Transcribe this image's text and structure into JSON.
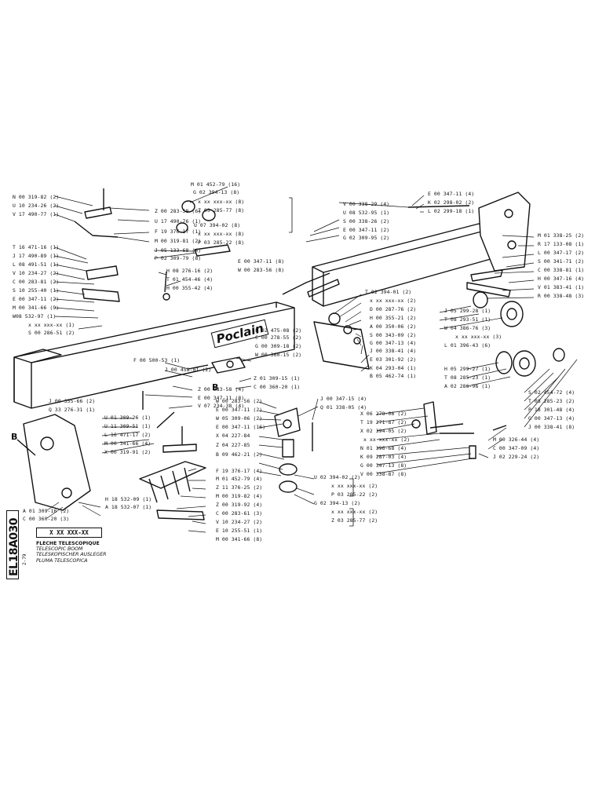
{
  "brand": "Poclain",
  "reference_code": "EL18A030",
  "date": "2-79",
  "part_code": "X XX XXX-XX",
  "title_lines": [
    "FLECHE TELESCOPIQUE",
    "TELESCOPIC BOOM",
    "TELESKOPISCHER AUSLEGER",
    "PLUMA TELESCOPICA"
  ],
  "callout_letters": [
    "B",
    "B"
  ],
  "labels": [
    "N 00 319-82 (2)",
    "U 10 234-26 (2)",
    "V 17 490-77 (1)",
    "T 16 471-16 (1)",
    "J 17 490-89 (1)",
    "L 08 491-51 (1)",
    "V 10 234-27 (2)",
    "C 00 283-81 (2)",
    "S 10 255-40 (1)",
    "E 00 347-11 (2)",
    "M 00 341-66 (9)",
    "W08 532-97 (1)",
    "x xx xxx-xx (1)",
    "S 00 286-51 (2)",
    "M 01 452-79 (16)",
    "G 02 394-13 (8)",
    "x xx xxx-xx (8)",
    "Z 03 285-77 (8)",
    "Z 00 283-58 (6)",
    "U 17 490-76 (1)",
    "F 19 376-17 (1)",
    "M 00 319-81 (2)",
    "U 07 394-02 (8)",
    "x xx xxx-xx (8)",
    "P 03 285-22 (8)",
    "J 05 133-68 (4)",
    "P 02 309-79 (8)",
    "E 00 347-11 (8)",
    "W 00 283-56 (8)",
    "H 08 276-16 (2)",
    "T 01 454-46 (4)",
    "H 00 355-42 (4)",
    "V 00 338-29 (4)",
    "U 08 532-95 (1)",
    "S 00 338-26 (2)",
    "E 00 347-11 (2)",
    "G 02 309-95 (2)",
    "E 00 347-11 (4)",
    "K 02 298-02 (2)",
    "L 02 299-18 (1)",
    "M 01 338-25 (2)",
    "R 17 133-08 (1)",
    "L 00 347-17 (2)",
    "S 00 341-71 (2)",
    "C 00 338-81 (1)",
    "H 00 347-16 (4)",
    "V 01 383-41 (1)",
    "R 00 338-48 (3)",
    "T 02 394-01 (2)",
    "x xx xxx-xx (2)",
    "D 00 287-76 (2)",
    "H 00 355-21 (2)",
    "A 00 350-06 (2)",
    "S 00 343-09 (2)",
    "G 00 347-13 (4)",
    "J 00 338-41 (4)",
    "E 03 301-92 (2)",
    "K 04 293-04 (1)",
    "B 05 462-74 (1)",
    "J 05 299-28 (1)",
    "T 08 293-51 (1)",
    "W 04 386-76 (3)",
    "x xx xxx-xx (3)",
    "L 01 396-43 (6)",
    "H 05 299-27 (1)",
    "T 08 285-23 (1)",
    "A 02 286-96 (1)",
    "S 02 454-72 (4)",
    "T 08 285-23 (2)",
    "P 18 301-48 (4)",
    "G 00 347-13 (4)",
    "J 00 338-41 (8)",
    "F 02 475-08 (2)",
    "C 00 278-55 (2)",
    "G 00 309-18 (2)",
    "W 00 360-15 (2)",
    "F 00 500-53 (1)",
    "J 00 458-01 (2)",
    "Z 00 283-58 (4)",
    "E 00 347-11 (8)",
    "V 07 234-38 (4)",
    "Z 01 309-15 (1)",
    "C 00 360-20 (1)",
    "J 00 355-66 (2)",
    "Q 33 276-31 (1)",
    "U 01 309-26 (1)",
    "U 11 309-51 (1)",
    "L 16 471-17 (2)",
    "M 00 341-66 (4)",
    "X 00 319-91 (2)",
    "W 00 283-56 (2)",
    "E 00 347-11 (2)",
    "W 05 309-06 (2)",
    "E 00 347-11 (16)",
    "X 04 227-84",
    "Z 04 227-85",
    "B 09 462-21 (2)",
    "F 19 376-17 (4)",
    "M 01 452-79 (4)",
    "Z 11 376-25 (2)",
    "M 00 319-82 (4)",
    "Z 00 319-92 (4)",
    "C 00 283-61 (3)",
    "V 10 234-27 (2)",
    "E 10 255-51 (1)",
    "M 00 341-66 (8)",
    "J 00 347-15 (4)",
    "Q 01 338-05 (4)",
    "X 06 278-06 (2)",
    "T 19 271-87 (2)",
    "X 02 394-05 (2)",
    "x xx xxx-xx (2)",
    "N 01 396-68 (4)",
    "K 09 287-03 (4)",
    "G 00 347-13 (8)",
    "V 00 338-87 (8)",
    "M 00 326-44 (4)",
    "C 00 347-09 (4)",
    "J 02 229-24 (2)",
    "U 02 394-02 (2)",
    "x xx xxx-xx (2)",
    "P 03 285-22 (2)",
    "G 02 394-13 (2)",
    "x xx xxx-xx (2)",
    "Z 03 285-77 (2)",
    "A 01 309-16 (2)",
    "C 00 360-20 (3)",
    "H 18 532-09 (1)",
    "A 18 532-07 (1)"
  ]
}
